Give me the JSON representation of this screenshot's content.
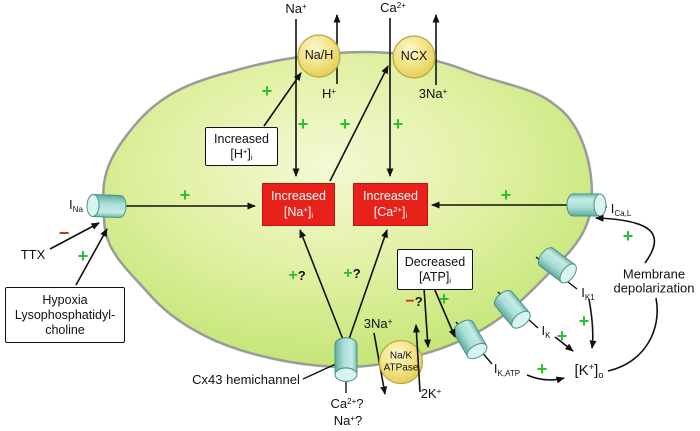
{
  "colors": {
    "plus_green": "#2fbe2f",
    "minus_red": "#d3281e",
    "red_box": "#e8211a",
    "red_box_border": "#c01310",
    "cell_edge": "#9b9b9b",
    "channel_teal": "#abdfd7",
    "pump_yellow": "#f0e184",
    "ink": "#111111"
  },
  "top": {
    "na": {
      "base": "Na",
      "sup": "+"
    },
    "ca": {
      "base": "Ca",
      "sup": "2+"
    },
    "h": {
      "base": "H",
      "sup": "+"
    },
    "na3": {
      "base": "3Na",
      "sup": "+"
    },
    "nah": "Na/H",
    "ncx": "NCX"
  },
  "boxes": {
    "h": {
      "line1": "Increased",
      "pre": "[H",
      "sup": "+",
      "post": "]",
      "sub": "i"
    },
    "na": {
      "line1": "Increased",
      "pre": "[Na",
      "sup": "+",
      "post": "]",
      "sub": "i"
    },
    "ca": {
      "line1": "Increased",
      "pre": "[Ca",
      "sup": "2+",
      "post": "]",
      "sub": "i"
    },
    "atp": {
      "line1": "Decreased",
      "pre": "[ATP",
      "post": "]",
      "sub": "i"
    },
    "hypoxia": {
      "line1": "Hypoxia",
      "line2": "Lysophosphatidyl-",
      "line3": "choline"
    }
  },
  "left": {
    "ina": {
      "base": "I",
      "sub": "Na"
    },
    "ttx": "TTX"
  },
  "right": {
    "ical": {
      "base": "I",
      "sub": "Ca,L"
    },
    "depol": {
      "line1": "Membrane",
      "line2": "depolarization"
    },
    "ik1": {
      "base": "I",
      "sub": "K1"
    },
    "ik": {
      "base": "I",
      "sub": "K"
    },
    "ikatp": {
      "base": "I",
      "sub": "K,ATP"
    },
    "ko": {
      "pre": "[K",
      "sup": "+",
      "post": "]",
      "sub": "o"
    }
  },
  "bottom": {
    "cx43": "Cx43 hemichannel",
    "ca_q": {
      "base": "Ca",
      "sup": "2+",
      "post": "?"
    },
    "na_q": {
      "base": "Na",
      "sup": "+",
      "post": "?"
    },
    "na3": {
      "base": "3Na",
      "sup": "+"
    },
    "k2": {
      "base": "2K",
      "sup": "+"
    },
    "pump": {
      "line1": "Na/K",
      "line2": "ATPase"
    }
  },
  "signs": {
    "plus": "+",
    "minus": "−",
    "question": "?"
  }
}
